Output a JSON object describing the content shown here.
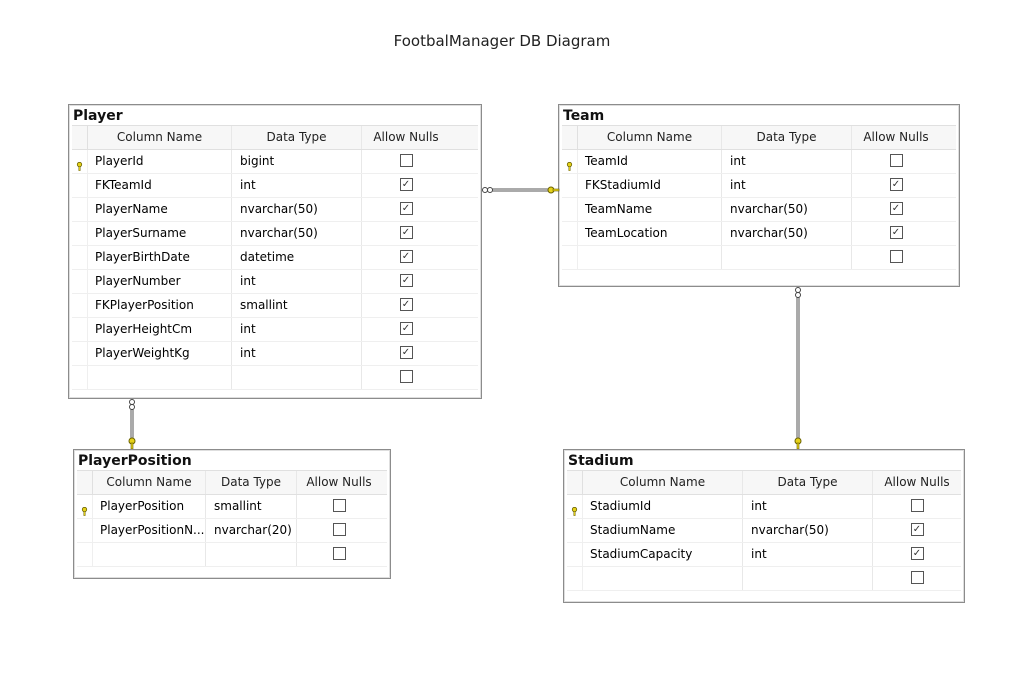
{
  "title": "FootbalManager DB Diagram",
  "headers": {
    "column_name": "Column Name",
    "data_type": "Data Type",
    "allow_nulls": "Allow Nulls"
  },
  "check_mark": "✓",
  "tables": {
    "player": {
      "name": "Player",
      "rows": [
        {
          "column": "PlayerId",
          "type": "bigint",
          "nulls": false,
          "pk": true
        },
        {
          "column": "FKTeamId",
          "type": "int",
          "nulls": true
        },
        {
          "column": "PlayerName",
          "type": "nvarchar(50)",
          "nulls": true
        },
        {
          "column": "PlayerSurname",
          "type": "nvarchar(50)",
          "nulls": true
        },
        {
          "column": "PlayerBirthDate",
          "type": "datetime",
          "nulls": true
        },
        {
          "column": "PlayerNumber",
          "type": "int",
          "nulls": true
        },
        {
          "column": "FKPlayerPosition",
          "type": "smallint",
          "nulls": true
        },
        {
          "column": "PlayerHeightCm",
          "type": "int",
          "nulls": true
        },
        {
          "column": "PlayerWeightKg",
          "type": "int",
          "nulls": true
        },
        {
          "column": "",
          "type": "",
          "nulls": false
        }
      ]
    },
    "team": {
      "name": "Team",
      "rows": [
        {
          "column": "TeamId",
          "type": "int",
          "nulls": false,
          "pk": true
        },
        {
          "column": "FKStadiumId",
          "type": "int",
          "nulls": true
        },
        {
          "column": "TeamName",
          "type": "nvarchar(50)",
          "nulls": true
        },
        {
          "column": "TeamLocation",
          "type": "nvarchar(50)",
          "nulls": true
        },
        {
          "column": "",
          "type": "",
          "nulls": false
        }
      ]
    },
    "player_position": {
      "name": "PlayerPosition",
      "rows": [
        {
          "column": "PlayerPosition",
          "type": "smallint",
          "nulls": false,
          "pk": true
        },
        {
          "column": "PlayerPositionN...",
          "type": "nvarchar(20)",
          "nulls": false
        },
        {
          "column": "",
          "type": "",
          "nulls": false
        }
      ]
    },
    "stadium": {
      "name": "Stadium",
      "rows": [
        {
          "column": "StadiumId",
          "type": "int",
          "nulls": false,
          "pk": true
        },
        {
          "column": "StadiumName",
          "type": "nvarchar(50)",
          "nulls": true
        },
        {
          "column": "StadiumCapacity",
          "type": "int",
          "nulls": true
        },
        {
          "column": "",
          "type": "",
          "nulls": false
        }
      ]
    }
  },
  "relationships": [
    {
      "from": "player",
      "to": "team",
      "kind": "many-to-one"
    },
    {
      "from": "player",
      "to": "player_position",
      "kind": "many-to-one"
    },
    {
      "from": "team",
      "to": "stadium",
      "kind": "many-to-one"
    }
  ],
  "colors": {
    "key": "#e6d21a",
    "border": "#8c8c8c",
    "line": "#555555"
  }
}
